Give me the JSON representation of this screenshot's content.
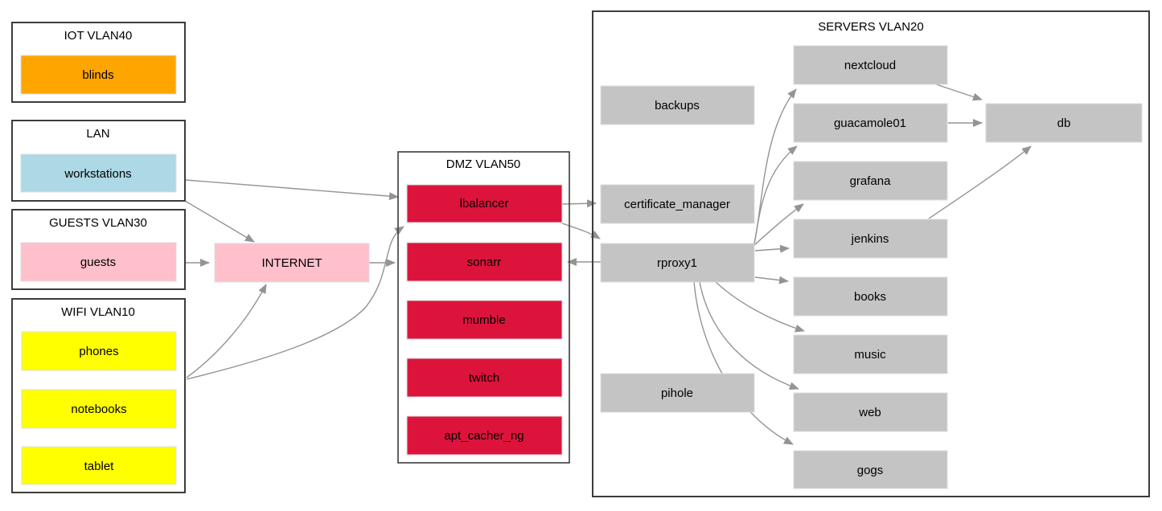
{
  "palette": {
    "background": "#FFFFFF",
    "edge": "#949494",
    "cluster_border": "#3c3c3c",
    "text": "#000000",
    "node_orange": "#FFA500",
    "node_lightblue": "#ADD8E6",
    "node_pink": "#FFC0CB",
    "node_yellow": "#FFFF00",
    "node_crimson": "#DC143C",
    "node_gray": "#C4C4C4"
  },
  "clusters": {
    "iot": {
      "title": "IOT VLAN40"
    },
    "lan": {
      "title": "LAN"
    },
    "guests": {
      "title": "GUESTS VLAN30"
    },
    "wifi": {
      "title": "WIFI VLAN10"
    },
    "dmz": {
      "title": "DMZ VLAN50"
    },
    "servers": {
      "title": "SERVERS VLAN20"
    }
  },
  "nodes": {
    "blinds": {
      "label": "blinds"
    },
    "workstations": {
      "label": "workstations"
    },
    "guests": {
      "label": "guests"
    },
    "phones": {
      "label": "phones"
    },
    "notebooks": {
      "label": "notebooks"
    },
    "tablet": {
      "label": "tablet"
    },
    "internet": {
      "label": "INTERNET"
    },
    "lbalancer": {
      "label": "lbalancer"
    },
    "sonarr": {
      "label": "sonarr"
    },
    "mumble": {
      "label": "mumble"
    },
    "twitch": {
      "label": "twitch"
    },
    "apt_cacher_ng": {
      "label": "apt_cacher_ng"
    },
    "backups": {
      "label": "backups"
    },
    "certificate_manager": {
      "label": "certificate_manager"
    },
    "rproxy1": {
      "label": "rproxy1"
    },
    "pihole": {
      "label": "pihole"
    },
    "nextcloud": {
      "label": "nextcloud"
    },
    "guacamole01": {
      "label": "guacamole01"
    },
    "grafana": {
      "label": "grafana"
    },
    "jenkins": {
      "label": "jenkins"
    },
    "books": {
      "label": "books"
    },
    "music": {
      "label": "music"
    },
    "web": {
      "label": "web"
    },
    "gogs": {
      "label": "gogs"
    },
    "db": {
      "label": "db"
    }
  },
  "edges": [
    {
      "from": "workstations",
      "to": "lbalancer"
    },
    {
      "from": "workstations",
      "to": "INTERNET"
    },
    {
      "from": "guests",
      "to": "INTERNET"
    },
    {
      "from": "wifi",
      "to": "INTERNET"
    },
    {
      "from": "wifi",
      "to": "lbalancer"
    },
    {
      "from": "INTERNET",
      "to": "sonarr"
    },
    {
      "from": "lbalancer",
      "to": "certificate_manager"
    },
    {
      "from": "lbalancer",
      "to": "rproxy1"
    },
    {
      "from": "rproxy1",
      "to": "sonarr"
    },
    {
      "from": "rproxy1",
      "to": "nextcloud"
    },
    {
      "from": "rproxy1",
      "to": "guacamole01"
    },
    {
      "from": "rproxy1",
      "to": "grafana"
    },
    {
      "from": "rproxy1",
      "to": "jenkins"
    },
    {
      "from": "rproxy1",
      "to": "books"
    },
    {
      "from": "rproxy1",
      "to": "music"
    },
    {
      "from": "rproxy1",
      "to": "web"
    },
    {
      "from": "rproxy1",
      "to": "gogs"
    },
    {
      "from": "nextcloud",
      "to": "db"
    },
    {
      "from": "guacamole01",
      "to": "db"
    },
    {
      "from": "jenkins",
      "to": "db"
    }
  ]
}
